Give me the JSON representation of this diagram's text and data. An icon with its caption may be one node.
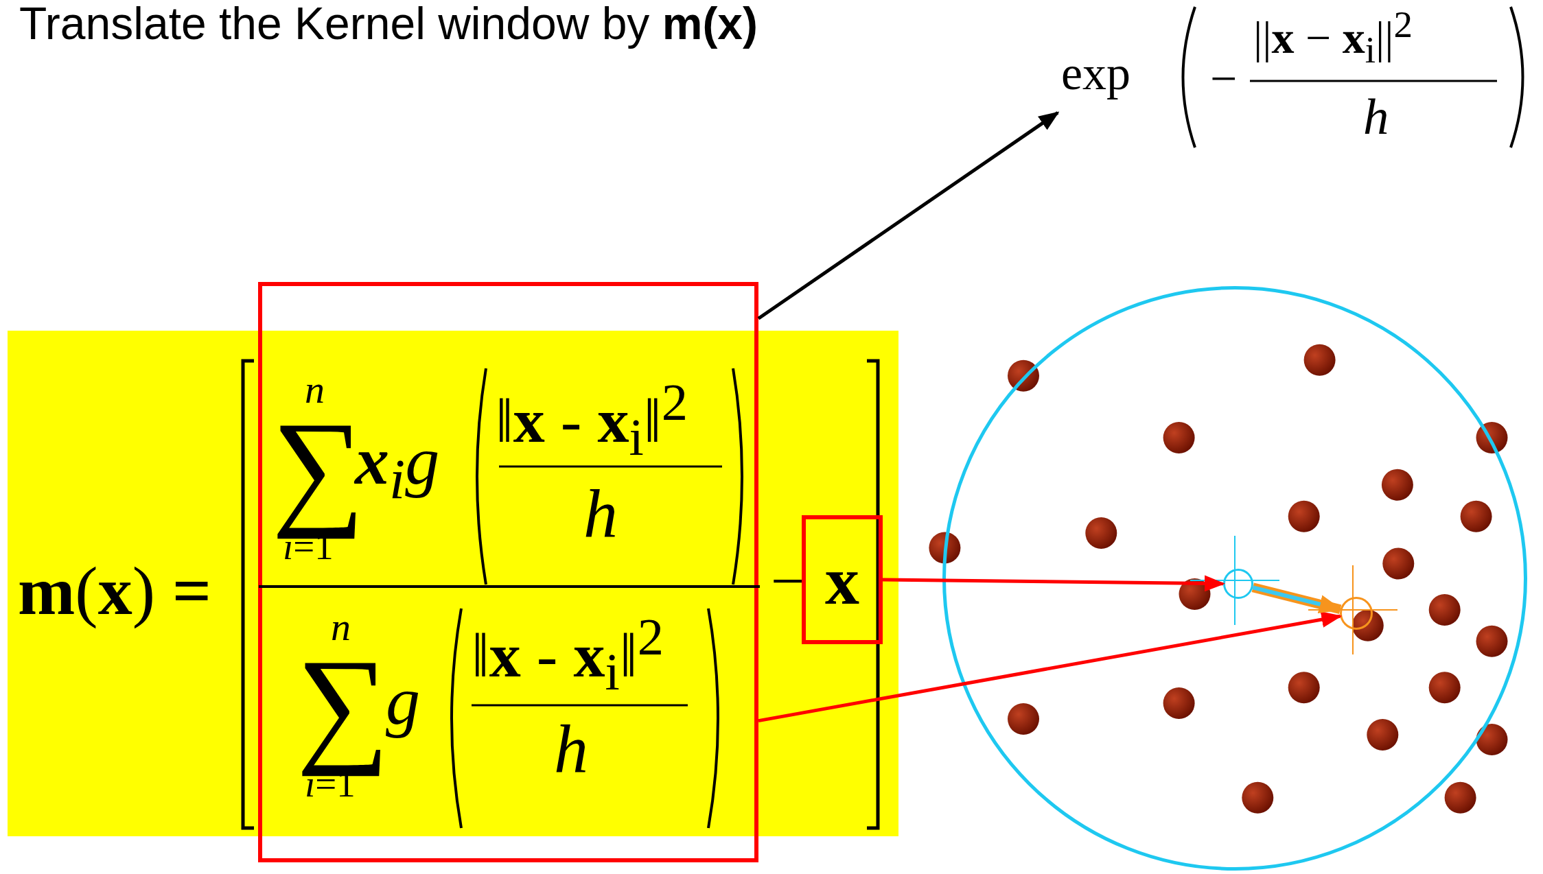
{
  "diagram": {
    "title": "Translate the Kernel window by **m(x)**",
    "nodes": [
      {
        "text": [
          "**m**(**x**) **=**",
          "−"
        ]
      },
      {
        "text": [
          "n",
          "∑",
          "*i*=1",
          "**x**$_{i}$*g*",
          "‖**x** - **x**$_{i}$‖$^{2}$",
          "h",
          "n",
          "∑",
          "*i*=1",
          "g",
          "‖**x** - **x**$_{i}$‖$^{2}$",
          "h"
        ]
      },
      {
        "text": [
          "x"
        ],
        "in": 0
      },
      {
        "text": [
          "exp",
          "−",
          "||**x** − **x**$_{i}$||$^{2}$",
          "h"
        ]
      },
      {
        "text": [],
        "shape": "circle"
      },
      {
        "text": [],
        "shape": "circle",
        "in": 4
      },
      {
        "text": [],
        "shape": "circle",
        "in": 4
      }
    ],
    "edges": [
      {
        "from": 1,
        "to": 3,
        "arrow": "to",
        "color": "#000000"
      },
      {
        "from": 2,
        "to": 5,
        "arrow": "to"
      },
      {
        "from": 1,
        "to": 6,
        "arrow": "to"
      },
      {
        "from": 5,
        "to": 6,
        "arrow": "to",
        "style": "thick",
        "color": "#f7941d"
      }
    ]
  }
}
